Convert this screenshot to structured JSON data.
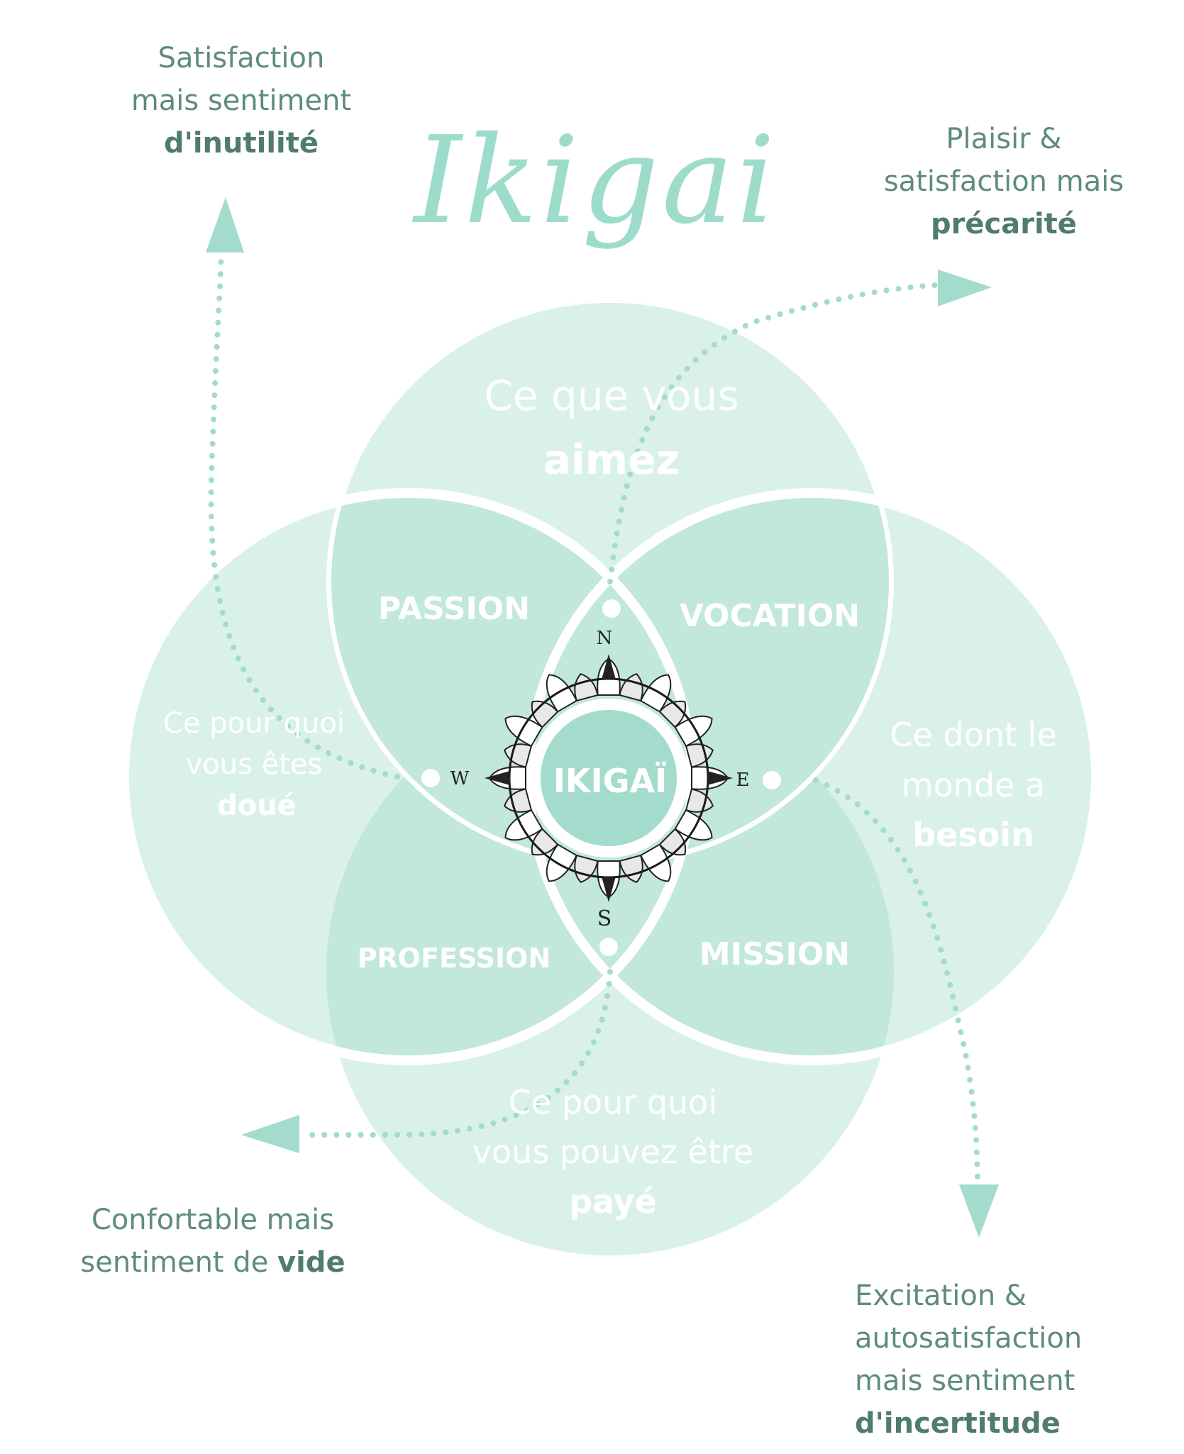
{
  "title": "Ikigai",
  "colors": {
    "outer_circle": "#daf1ea",
    "inner_lens": "#c2e7dd",
    "center": "#a3dccc",
    "ring": "#ffffff",
    "arrow": "#a3dccc",
    "annotation_text": "#5e8b80"
  },
  "circles": {
    "top": {
      "line1": "Ce que vous",
      "line2": "aimez"
    },
    "left": {
      "line1": "Ce pour quoi",
      "line2": "vous êtes",
      "line3": "doué"
    },
    "right": {
      "line1": "Ce dont le",
      "line2": "monde a",
      "line3": "besoin"
    },
    "bottom": {
      "line1": "Ce pour quoi",
      "line2": "vous pouvez être",
      "line3": "payé"
    }
  },
  "intersections": {
    "passion": "PASSION",
    "vocation": "VOCATION",
    "profession": "PROFESSION",
    "mission": "MISSION",
    "center": "IKIGAÏ"
  },
  "compass": {
    "north": "N",
    "south": "S",
    "east": "E",
    "west": "W"
  },
  "annotations": {
    "top_left": {
      "line1": "Satisfaction",
      "line2": "mais sentiment",
      "bold": "d'inutilité"
    },
    "top_right": {
      "line1": "Plaisir &",
      "line2": "satisfaction mais",
      "bold": "précarité"
    },
    "bottom_left": {
      "line1": "Confortable mais",
      "line2_prefix": "sentiment de ",
      "bold": "vide"
    },
    "bottom_right": {
      "line1": "Excitation &",
      "line2": "autosatisfaction",
      "line3": "mais sentiment",
      "bold": "d'incertitude"
    }
  }
}
